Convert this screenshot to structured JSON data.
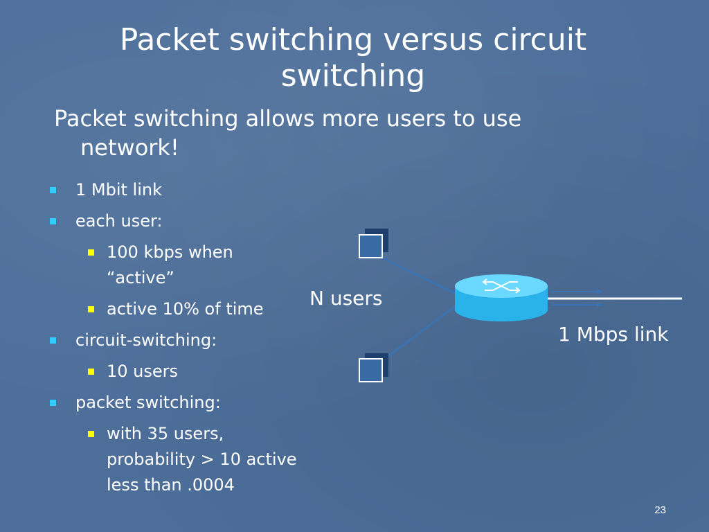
{
  "slide": {
    "title_line1": "Packet switching versus circuit",
    "title_line2": "switching",
    "subtitle": "Packet switching allows more users to use network!",
    "page_number": "23"
  },
  "bullets": [
    {
      "level": 1,
      "text": "1 Mbit link"
    },
    {
      "level": 1,
      "text": "each user:"
    },
    {
      "level": 2,
      "lines": [
        "100 kbps when",
        "“active”"
      ]
    },
    {
      "level": 2,
      "lines": [
        "active 10% of time"
      ]
    },
    {
      "level": 1,
      "text": "circuit-switching:"
    },
    {
      "level": 2,
      "lines": [
        "10 users"
      ]
    },
    {
      "level": 1,
      "text": "packet switching:"
    },
    {
      "level": 2,
      "lines": [
        "with 35 users,",
        "probability > 10 active",
        "less than .0004"
      ]
    }
  ],
  "diagram": {
    "users_label": "N users",
    "link_label": "1 Mbps link"
  },
  "colors": {
    "background": "#4c6e99",
    "bullet_level1": "#33ccff",
    "bullet_level2": "#ffff00",
    "router_fill": "#33ccff",
    "host_dark": "#1f3f6e",
    "host_light": "#3a6aa5"
  }
}
